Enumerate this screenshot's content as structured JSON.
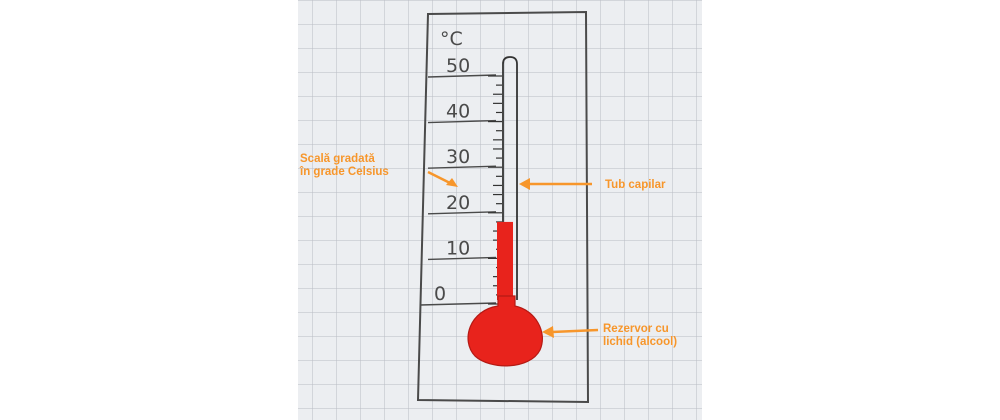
{
  "scale": {
    "unit": "°C",
    "ticks": [
      "50",
      "40",
      "30",
      "20",
      "10",
      "0"
    ]
  },
  "labels": {
    "scale": [
      "Scală gradată",
      "în grade Celsius"
    ],
    "tube": "Tub capilar",
    "bulb": [
      "Rezervor cu",
      "lichid (alcool)"
    ]
  },
  "reading": {
    "temperature_c": 18
  },
  "colors": {
    "liquid": "#e8231c",
    "callout": "#f7962b",
    "pencil": "#4a4a4a",
    "grid": "#b9bcc4",
    "paper": "#eceef1"
  }
}
